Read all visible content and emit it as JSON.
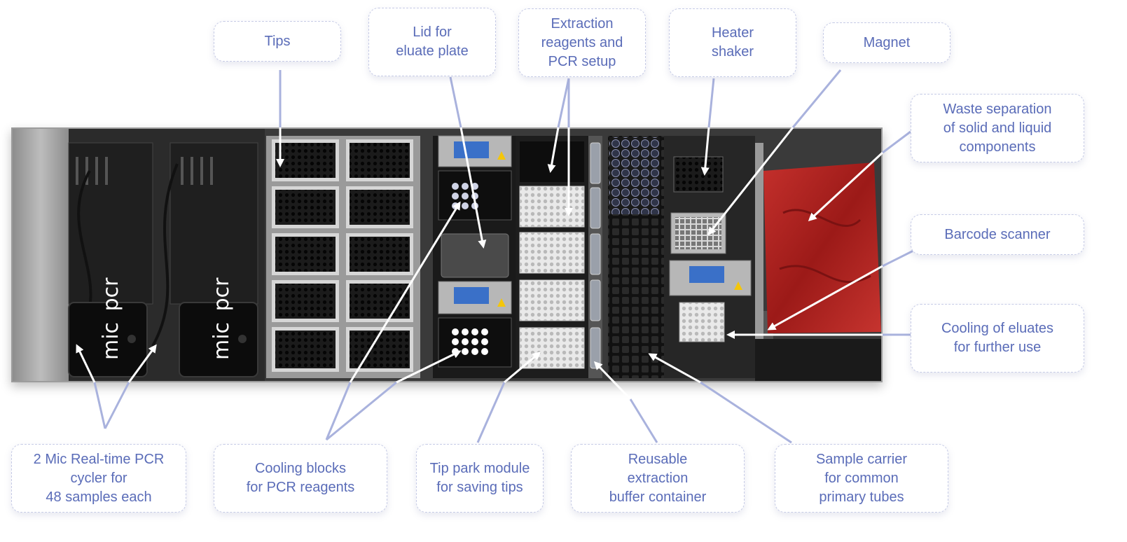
{
  "callouts": {
    "tips": {
      "lines": [
        "Tips"
      ]
    },
    "lid": {
      "lines": [
        "Lid for",
        "eluate plate"
      ]
    },
    "extraction": {
      "lines": [
        "Extraction",
        "reagents  and",
        "PCR setup"
      ]
    },
    "heater": {
      "lines": [
        "Heater",
        "shaker"
      ]
    },
    "magnet": {
      "lines": [
        "Magnet"
      ]
    },
    "waste": {
      "lines": [
        "Waste separation",
        "of solid and liquid",
        "components"
      ]
    },
    "barcode": {
      "lines": [
        "Barcode scanner"
      ]
    },
    "cooling_eluates": {
      "lines": [
        "Cooling of eluates",
        "for further use"
      ]
    },
    "mic": {
      "lines": [
        "2 Mic Real-time PCR",
        "cycler for",
        "48 samples each"
      ]
    },
    "cooling_blocks": {
      "lines": [
        "Cooling blocks",
        "for PCR reagents"
      ]
    },
    "tip_park": {
      "lines": [
        "Tip park module",
        "for saving tips"
      ]
    },
    "buffer": {
      "lines": [
        "Reusable",
        "extraction",
        "buffer container"
      ]
    },
    "sample": {
      "lines": [
        "Sample carrier",
        "for common",
        "primary tubes"
      ]
    }
  },
  "device": {
    "cycler_brand": "mic",
    "cycler_brand_suffix": "pcr"
  },
  "colors": {
    "callout_text": "#5a6cb8",
    "callout_border": "#c6cbe6",
    "arrow_outside": "#a9b2dd",
    "arrow_inside": "#ffffff",
    "waste_bag": "#b0201f"
  }
}
